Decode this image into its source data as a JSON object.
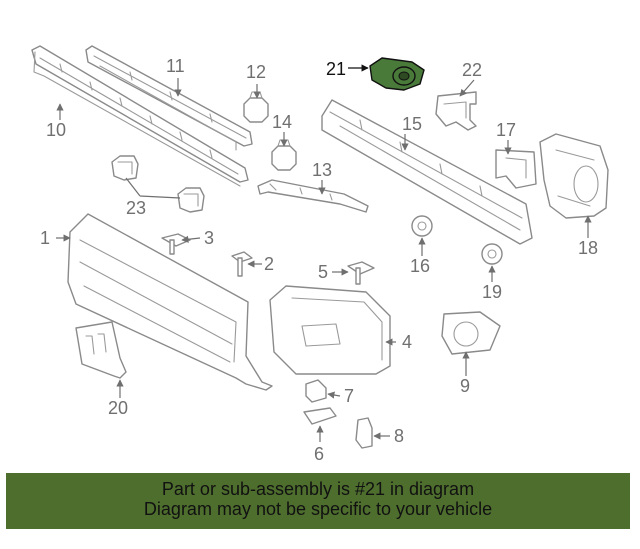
{
  "diagram": {
    "highlighted_part": "21",
    "highlight_color": "#4e6e2e",
    "callouts": [
      "1",
      "2",
      "3",
      "4",
      "5",
      "6",
      "7",
      "8",
      "9",
      "10",
      "11",
      "12",
      "13",
      "14",
      "15",
      "16",
      "17",
      "18",
      "19",
      "20",
      "21",
      "22",
      "23"
    ]
  },
  "banner": {
    "line1": "Part or sub-assembly is #21 in diagram",
    "line2": "Diagram may not be specific to your vehicle",
    "background": "#4e6e2e"
  }
}
